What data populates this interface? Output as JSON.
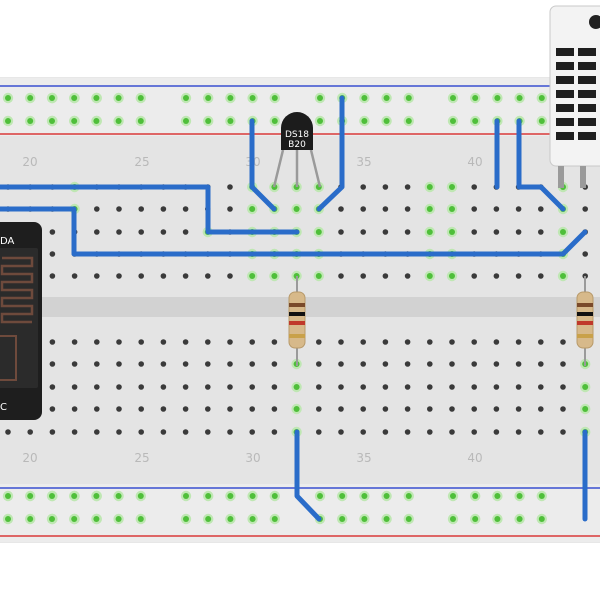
{
  "breadboard": {
    "column_labels": [
      "20",
      "25",
      "30",
      "35",
      "40"
    ]
  },
  "sensor_chip": {
    "label_line1": "DS18",
    "label_line2": "B20"
  },
  "module": {
    "label_top": "DA",
    "label_bottom": "C"
  },
  "colors": {
    "board": "#e2e2e2",
    "rail_red": "#d93a3a",
    "rail_blue": "#3a4fd0",
    "hole_empty": "#3a3a3a",
    "hole_connected": "#4fbf3a",
    "wire": "#2a6cc9",
    "chip": "#1c1c1c",
    "resistor_body": "#d7b98a"
  }
}
